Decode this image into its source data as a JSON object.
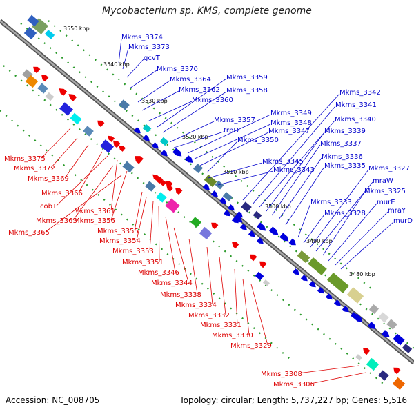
{
  "title": "Mycobacterium sp. KMS, complete genome",
  "footer": {
    "accession": "Accession: NC_008705",
    "summary": "Topology: circular; Length: 5,737,227 bp; Genes: 5,516"
  },
  "colors": {
    "backbone": "#777777",
    "forward_label": "#0000cc",
    "reverse_label": "#dd0000",
    "tick": "#2a9a2a"
  },
  "scale_labels": [
    "3550 kbp",
    "3540 kbp",
    "3530 kbp",
    "3520 kbp",
    "3510 kbp",
    "3500 kbp",
    "3490 kbp",
    "3480 kbp"
  ],
  "forward_labels": [
    "Mkms_3374",
    "Mkms_3373",
    "gcvT",
    "Mkms_3370",
    "Mkms_3364",
    "Mkms_3362",
    "Mkms_3360",
    "Mkms_3359",
    "Mkms_3358",
    "Mkms_3357",
    "trpD",
    "Mkms_3349",
    "Mkms_3348",
    "Mkms_3347",
    "Mkms_3350",
    "Mkms_3342",
    "Mkms_3341",
    "Mkms_3340",
    "Mkms_3339",
    "Mkms_3337",
    "Mkms_3345",
    "Mkms_3343",
    "Mkms_3336",
    "Mkms_3335",
    "Mkms_3327",
    "mraW",
    "Mkms_3325",
    "Mkms_3333",
    "Mkms_3328",
    "murE",
    "mraY",
    "murD"
  ],
  "reverse_labels": [
    "Mkms_3375",
    "Mkms_3372",
    "Mkms_3369",
    "Mkms_3366",
    "cobT",
    "Mkms_3361",
    "Mkms_3363",
    "Mkms_3356",
    "Mkms_3365",
    "Mkms_3355",
    "Mkms_3354",
    "Mkms_3353",
    "Mkms_3351",
    "Mkms_3346",
    "Mkms_3344",
    "Mkms_3338",
    "Mkms_3334",
    "Mkms_3332",
    "Mkms_3331",
    "Mkms_3330",
    "Mkms_3329",
    "Mkms_3308",
    "Mkms_3306"
  ]
}
